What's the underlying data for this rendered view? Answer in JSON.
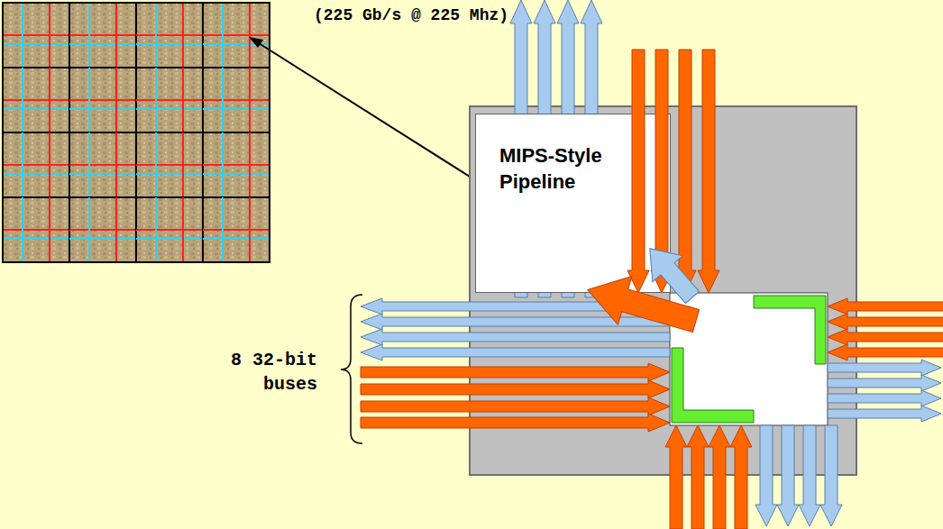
{
  "diagram": {
    "nodes": [
      {
        "text": [
          "MIPS-Style Pipeline"
        ]
      }
    ],
    "labels": [
      "(225 Gb/s @ 225 Mhz)",
      "8 32-bit buses"
    ]
  }
}
